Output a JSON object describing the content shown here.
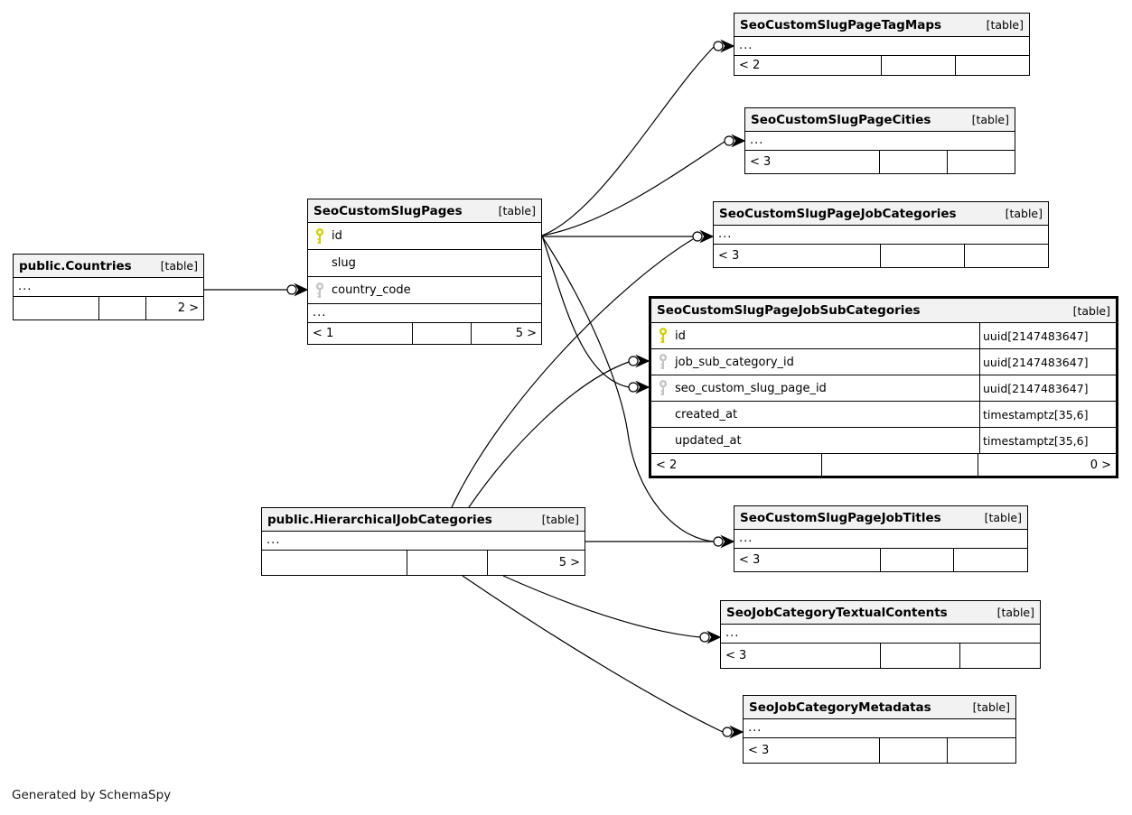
{
  "diagram": {
    "generated_note": "Generated by SchemaSpy",
    "colors": {
      "primary_key": "#d1d100",
      "foreign_key": "#c4c4c4",
      "header_bg": "#f2f2f2",
      "line": "#000000"
    },
    "tables": {
      "tag_maps": {
        "title": "SeoCustomSlugPageTagMaps",
        "tag": "[table]",
        "dots": "...",
        "footer": {
          "left": "< 2",
          "mid": "",
          "right": ""
        }
      },
      "cities": {
        "title": "SeoCustomSlugPageCities",
        "tag": "[table]",
        "dots": "...",
        "footer": {
          "left": "< 3",
          "mid": "",
          "right": ""
        }
      },
      "job_categories": {
        "title": "SeoCustomSlugPageJobCategories",
        "tag": "[table]",
        "dots": "...",
        "footer": {
          "left": "< 3",
          "mid": "",
          "right": ""
        }
      },
      "job_sub_categories": {
        "title": "SeoCustomSlugPageJobSubCategories",
        "tag": "[table]",
        "rows": [
          {
            "key": "primary-key",
            "name": "id",
            "type": "uuid[2147483647]"
          },
          {
            "key": "foreign-key",
            "name": "job_sub_category_id",
            "type": "uuid[2147483647]"
          },
          {
            "key": "foreign-key",
            "name": "seo_custom_slug_page_id",
            "type": "uuid[2147483647]"
          },
          {
            "key": "",
            "name": "created_at",
            "type": "timestamptz[35,6]"
          },
          {
            "key": "",
            "name": "updated_at",
            "type": "timestamptz[35,6]"
          }
        ],
        "footer": {
          "left": "< 2",
          "mid": "",
          "right": "0 >"
        }
      },
      "slug_pages": {
        "title": "SeoCustomSlugPages",
        "tag": "[table]",
        "rows": [
          {
            "key": "primary-key",
            "name": "id"
          },
          {
            "key": "",
            "name": "slug"
          },
          {
            "key": "foreign-key",
            "name": "country_code"
          }
        ],
        "dots": "...",
        "footer": {
          "left": "< 1",
          "mid": "",
          "right": "5 >"
        }
      },
      "countries": {
        "title": "public.Countries",
        "tag": "[table]",
        "dots": "...",
        "footer": {
          "left": "",
          "mid": "",
          "right": "2 >"
        }
      },
      "hierarchical_job_categories": {
        "title": "public.HierarchicalJobCategories",
        "tag": "[table]",
        "dots": "...",
        "footer": {
          "left": "",
          "mid": "",
          "right": "5 >"
        }
      },
      "job_titles": {
        "title": "SeoCustomSlugPageJobTitles",
        "tag": "[table]",
        "dots": "...",
        "footer": {
          "left": "< 3",
          "mid": "",
          "right": ""
        }
      },
      "textual_contents": {
        "title": "SeoJobCategoryTextualContents",
        "tag": "[table]",
        "dots": "...",
        "footer": {
          "left": "< 3",
          "mid": "",
          "right": ""
        }
      },
      "metadatas": {
        "title": "SeoJobCategoryMetadatas",
        "tag": "[table]",
        "dots": "...",
        "footer": {
          "left": "< 3",
          "mid": "",
          "right": ""
        }
      }
    }
  }
}
